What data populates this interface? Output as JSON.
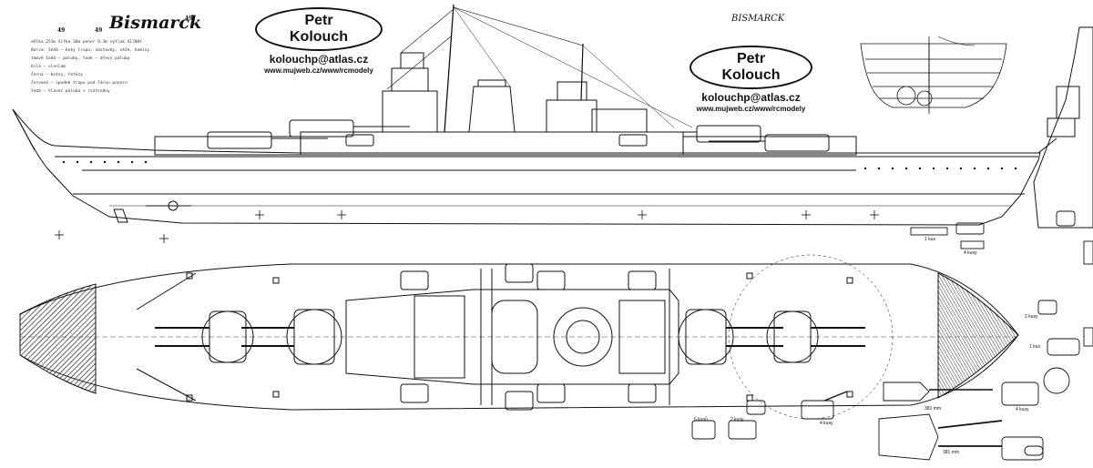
{
  "title": {
    "main": "Bismarck",
    "right": "BISMARCK",
    "numbers": [
      "49",
      "49",
      "49"
    ]
  },
  "branding": {
    "logo_text": "Petr Kolouch",
    "email": "kolouchp@atlas.cz",
    "url": "www.mujweb.cz/www/rcmodely"
  },
  "notes": [
    "délka 251m šířka 36m ponor 9.3m výtlak 41700t",
    "Barva: šedá – boky trupu, nástavby, věže, komíny",
    "tmavě šedá – paluby, teak – dřevo paluby",
    "bílá – vlnolam",
    "černá – kotvy, řetězy",
    "červená – spodek trupu pod čárou ponoru",
    "šedá – hlavní paluba + rozhledny"
  ],
  "detail_labels": [
    "1 kus",
    "4 kusy",
    "2 kusy",
    "1 kus",
    "381 mm",
    "381 mm",
    "4 kusy",
    "6 kusů",
    "2 kusy",
    "4 kusy"
  ],
  "colors": {
    "ink": "#111111",
    "paper": "#ffffff",
    "hatch": "#222222"
  }
}
